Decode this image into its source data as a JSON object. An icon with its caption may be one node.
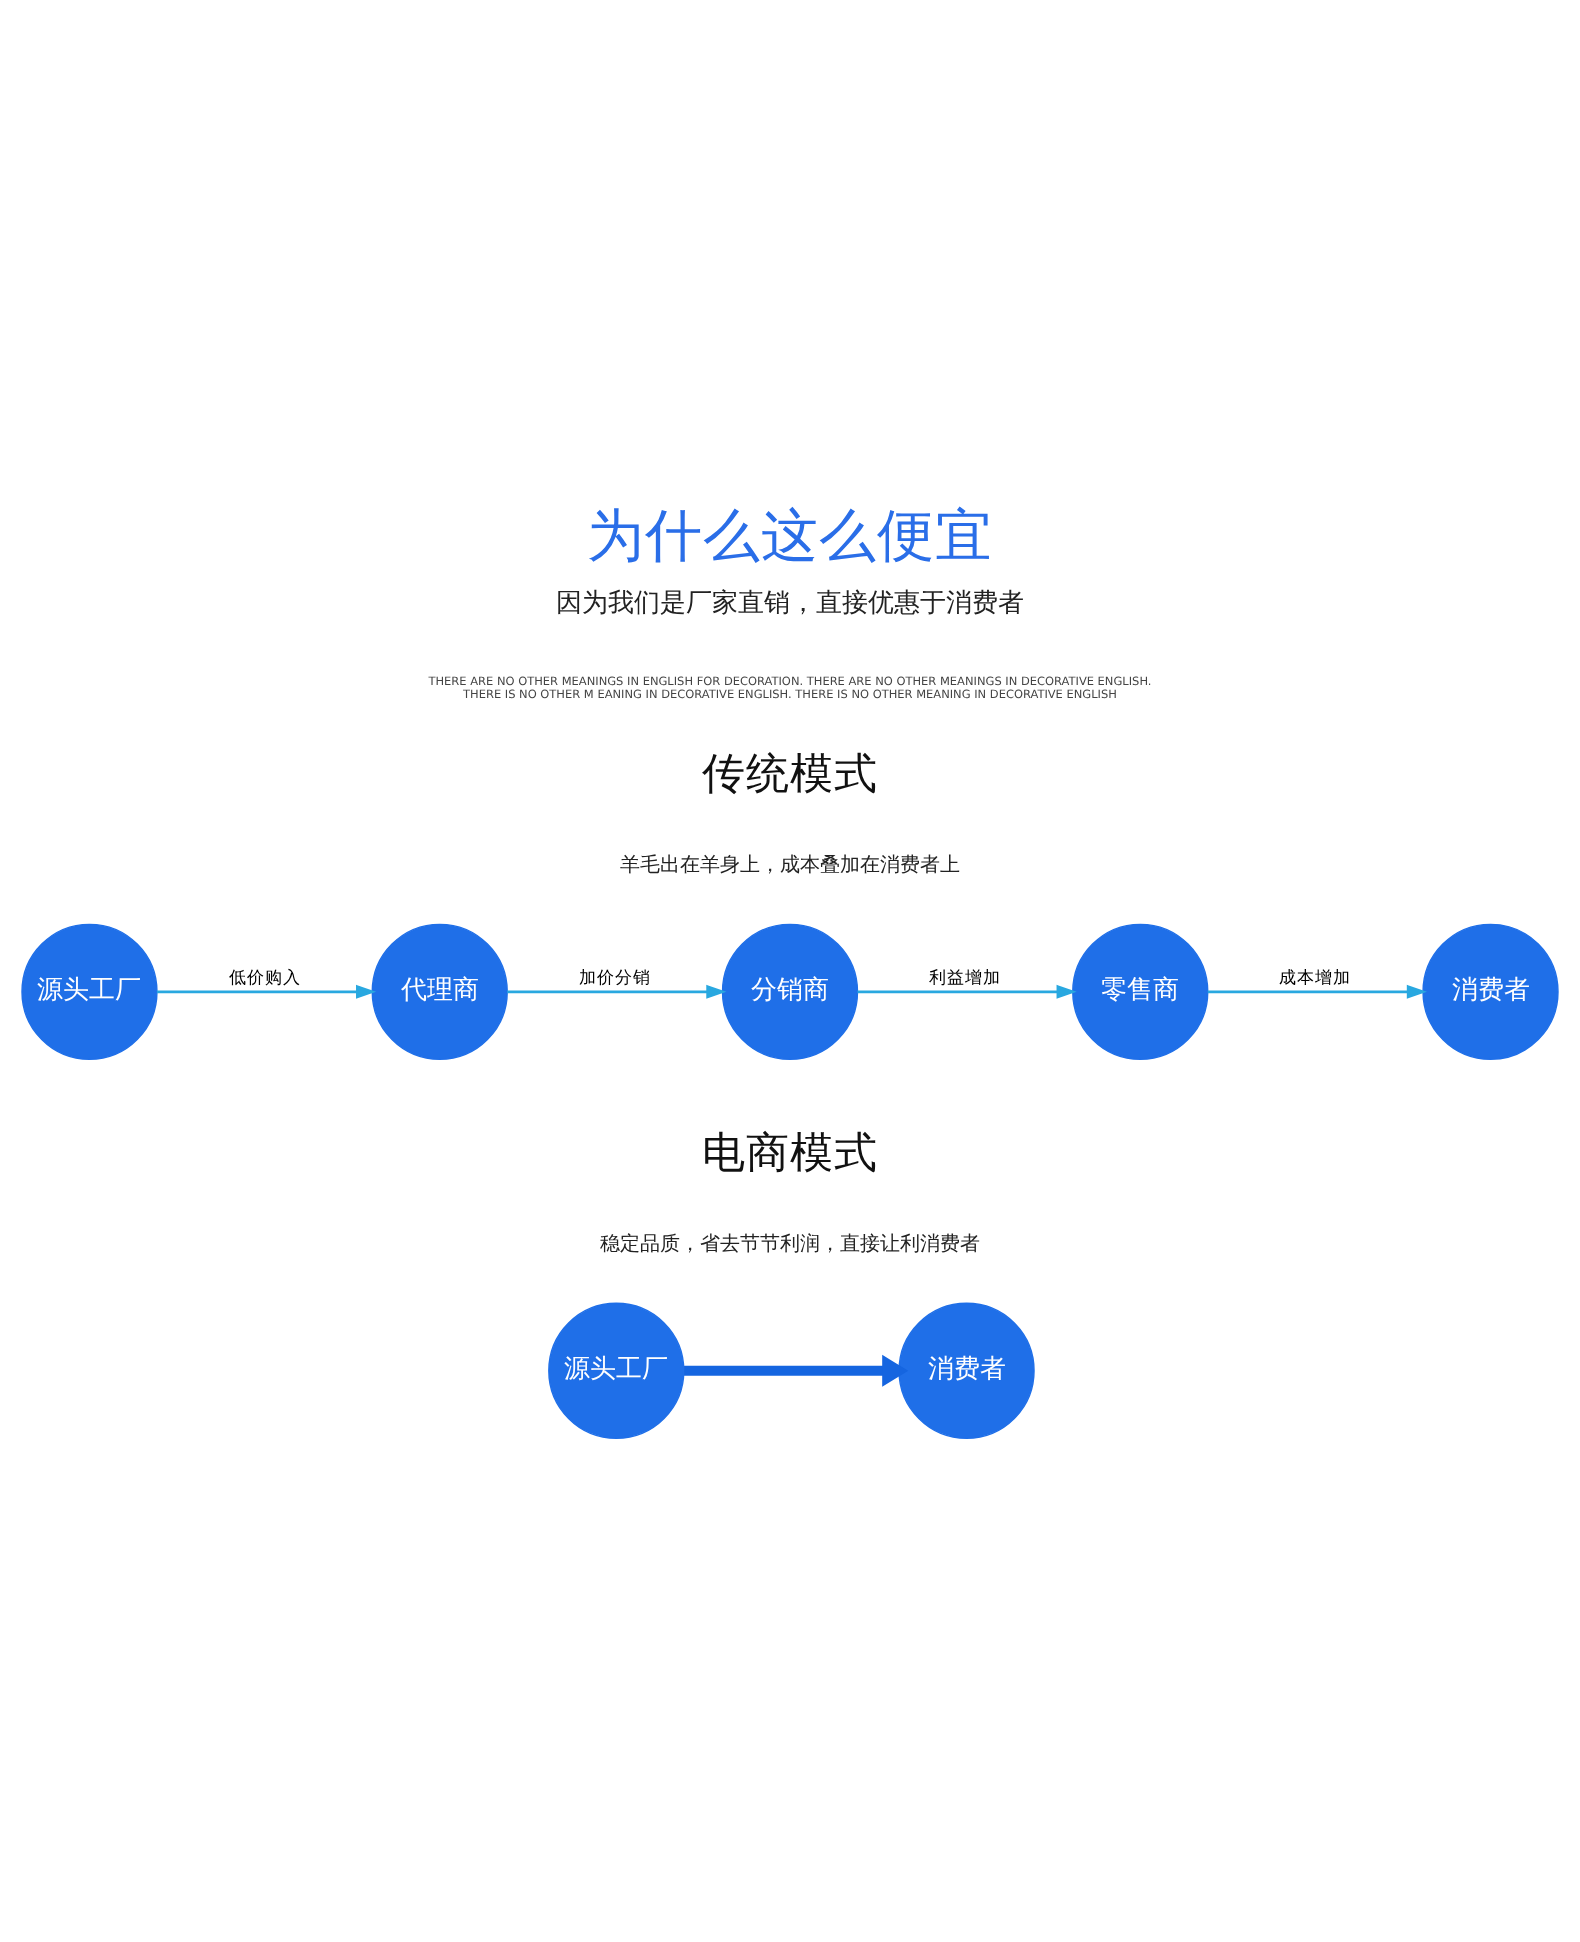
{
  "diagram": {
    "title": "为什么这么便宜",
    "nodes": [
      {
        "text": [
          "源头工厂"
        ]
      },
      {
        "text": [
          "代理商"
        ]
      },
      {
        "text": [
          "分销商"
        ]
      },
      {
        "text": [
          "零售商"
        ]
      },
      {
        "text": [
          "消费者"
        ]
      },
      {
        "text": [
          "源头工厂"
        ]
      },
      {
        "text": [
          "消费者"
        ]
      }
    ],
    "edges": [
      {
        "from": 0,
        "to": 1,
        "arrow": "to",
        "label": "低价购入"
      },
      {
        "from": 1,
        "to": 2,
        "arrow": "to",
        "label": "加价分销"
      },
      {
        "from": 2,
        "to": 3,
        "arrow": "to",
        "label": "利益增加"
      },
      {
        "from": 3,
        "to": 4,
        "arrow": "to",
        "label": "成本增加"
      },
      {
        "from": 5,
        "to": 6,
        "arrow": "to",
        "style": "thick",
        "color": "#1565e0"
      }
    ],
    "labels": [
      "因为我们是厂家直销，直接优惠于消费者",
      "THERE ARE NO OTHER MEANINGS IN ENGLISH FOR DECORATION. THERE ARE NO OTHER MEANINGS IN DECORATIVE ENGLISH. THERE IS NO OTHER M EANING IN DECORATIVE ENGLISH. THERE IS NO OTHER MEANING IN DECORATIVE ENGLISH",
      "传统模式",
      "羊毛出在羊身上，成本叠加在消费者上",
      "电商模式",
      "稳定品质，省去节节利润，直接让利消费者"
    ]
  }
}
